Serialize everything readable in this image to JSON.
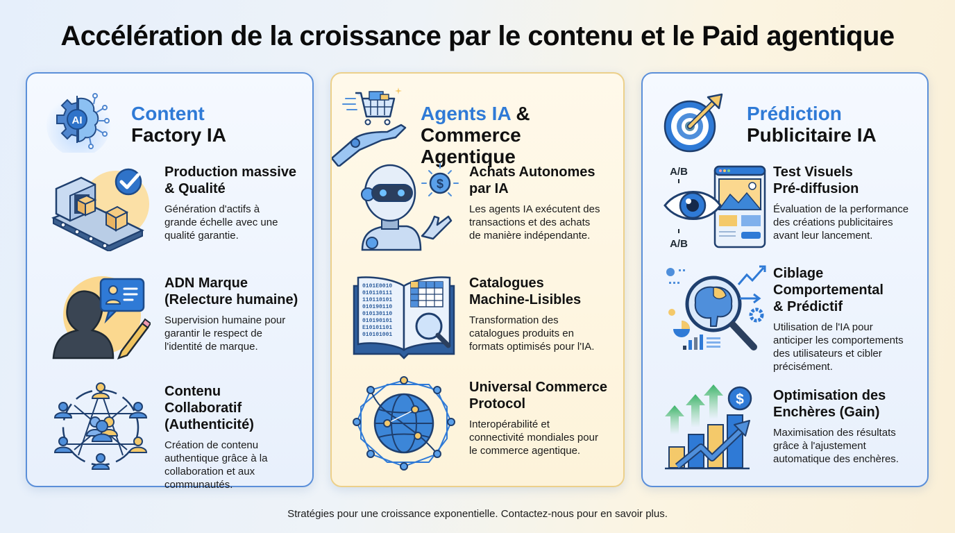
{
  "title": "Accélération de la croissance par le contenu et le Paid agentique",
  "footer": "Stratégies pour une croissance exponentielle. Contactez-nous pour en savoir plus.",
  "colors": {
    "accent_blue": "#2f7ad6",
    "card_border_blue": "#5b8fd9",
    "card_border_gold": "#ecd08a",
    "icon_gold": "#f4c96a"
  },
  "columns": [
    {
      "title_accent": "Content",
      "title_dark": "Factory IA",
      "icon": "ai-gear-brain-icon",
      "features": [
        {
          "icon": "conveyor-belt-boxes-icon",
          "title": "Production massive\n& Qualité",
          "desc": "Génération d'actifs à\ngrande échelle avec une\nqualité garantie."
        },
        {
          "icon": "person-reviewer-icon",
          "title": "ADN Marque\n(Relecture humaine)",
          "desc": "Supervision humaine pour\ngarantir le respect de\nl'identité de marque."
        },
        {
          "icon": "community-network-icon",
          "title": "Contenu Collaboratif\n(Authenticité)",
          "desc": "Création de contenu\nauthentique grâce à la\ncollaboration et aux\ncommunautés."
        }
      ]
    },
    {
      "title_accent": "Agents IA",
      "title_amp": " &",
      "title_dark": "Commerce Agentique",
      "icon": "robot-hand-cart-icon",
      "features": [
        {
          "icon": "robot-dollar-icon",
          "title": "Achats Autonomes\npar IA",
          "desc": "Les agents IA exécutent des\ntransactions et des achats\nde manière indépendante."
        },
        {
          "icon": "binary-catalog-book-icon",
          "title": "Catalogues\nMachine-Lisibles",
          "desc": "Transformation des\ncatalogues produits en\nformats optimisés pour l'IA."
        },
        {
          "icon": "globe-network-icon",
          "title": "Universal Commerce\nProtocol",
          "desc": "Interopérabilité et\nconnectivité mondiales pour\nle commerce agentique."
        }
      ]
    },
    {
      "title_accent": "Prédiction",
      "title_dark": "Publicitaire IA",
      "icon": "target-arrow-icon",
      "features": [
        {
          "icon": "eye-ab-test-icon",
          "ab_label": "A/B",
          "title": "Test Visuels\nPré-diffusion",
          "desc": "Évaluation de la performance\ndes créations publicitaires\navant leur lancement."
        },
        {
          "icon": "brain-magnifier-icon",
          "title": "Ciblage\nComportemental\n& Prédictif",
          "desc": "Utilisation de l'IA pour\nanticiper les comportements\ndes utilisateurs et cibler\nprécisément."
        },
        {
          "icon": "growth-bars-dollar-icon",
          "title": "Optimisation des\nEnchères (Gain)",
          "desc": "Maximisation des résultats\ngrâce à l'ajustement\nautomatique des enchères."
        }
      ]
    }
  ]
}
